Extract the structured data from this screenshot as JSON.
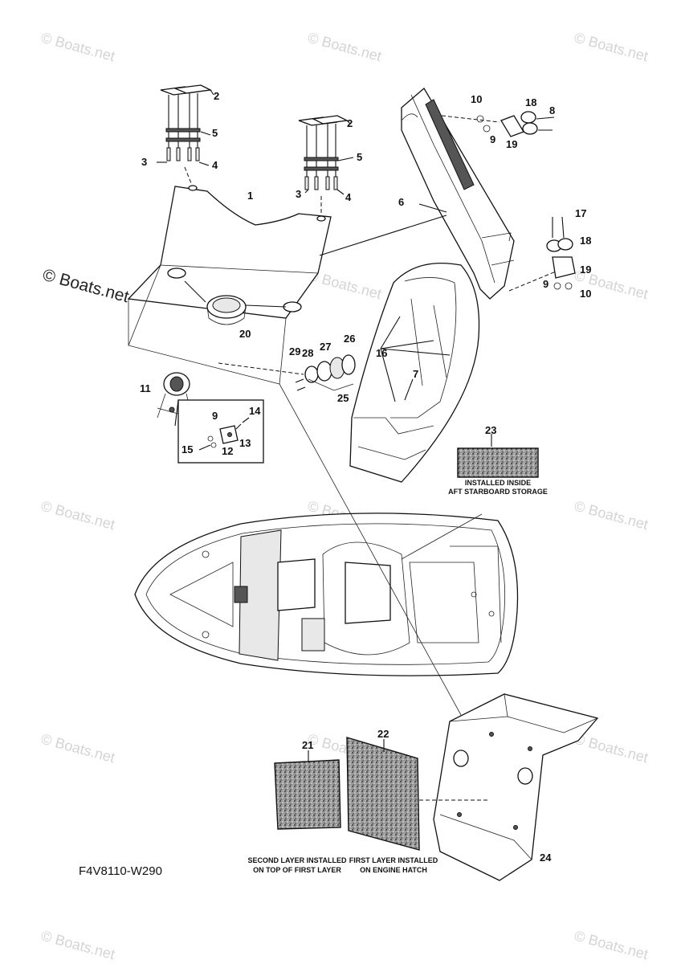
{
  "watermarks": [
    "© Boats.net",
    "© Boats.net",
    "© Boats.net",
    "© Boats.net",
    "© Boats.net",
    "© Boats.net",
    "© Boats.net",
    "© Boats.net",
    "© Boats.net",
    "© Boats.net",
    "© Boats.net",
    "© Boats.net",
    "© Boats.net"
  ],
  "watermark_big": "© Boats.net",
  "diagram_code": "F4V8110-W290",
  "callouts": {
    "c1": "1",
    "c2a": "2",
    "c2b": "2",
    "c3a": "3",
    "c3b": "3",
    "c4a": "4",
    "c4b": "4",
    "c5a": "5",
    "c5b": "5",
    "c6": "6",
    "c7": "7",
    "c8": "8",
    "c9a": "9",
    "c9b": "9",
    "c9c": "9",
    "c10a": "10",
    "c10b": "10",
    "c11": "11",
    "c12": "12",
    "c13": "13",
    "c14": "14",
    "c15": "15",
    "c16": "16",
    "c17": "17",
    "c18a": "18",
    "c18b": "18",
    "c19a": "19",
    "c19b": "19",
    "c20": "20",
    "c21": "21",
    "c22": "22",
    "c23": "23",
    "c24": "24",
    "c25": "25",
    "c26": "26",
    "c27": "27",
    "c28": "28",
    "c29": "29"
  },
  "notes": {
    "n23_line1": "INSTALLED INSIDE",
    "n23_line2": "AFT STARBOARD STORAGE",
    "n21_line1": "SECOND LAYER INSTALLED",
    "n21_line2": "ON TOP OF FIRST LAYER",
    "n22_line1": "FIRST LAYER INSTALLED",
    "n22_line2": "ON ENGINE HATCH"
  }
}
